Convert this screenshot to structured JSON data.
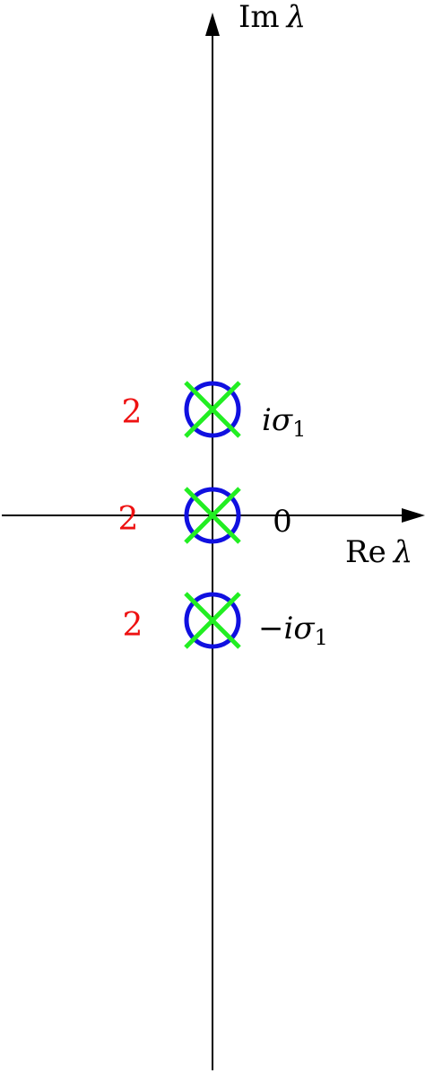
{
  "axes": {
    "real_label_prefix": "Re",
    "real_label_symbol": "λ",
    "imag_label_prefix": "Im",
    "imag_label_symbol": "λ"
  },
  "points": [
    {
      "id": "upper",
      "value_label_prefix": "i",
      "value_label_symbol": "σ",
      "value_label_subscript": "1",
      "multiplicity": "2"
    },
    {
      "id": "origin",
      "value_label": "0",
      "multiplicity": "2"
    },
    {
      "id": "lower",
      "value_label_prefix": "−i",
      "value_label_symbol": "σ",
      "value_label_subscript": "1",
      "multiplicity": "2"
    }
  ],
  "colors": {
    "axis": "#000000",
    "circle": "#1010e0",
    "cross": "#22ee22",
    "multiplicity": "#ee1111",
    "label": "#000000"
  }
}
